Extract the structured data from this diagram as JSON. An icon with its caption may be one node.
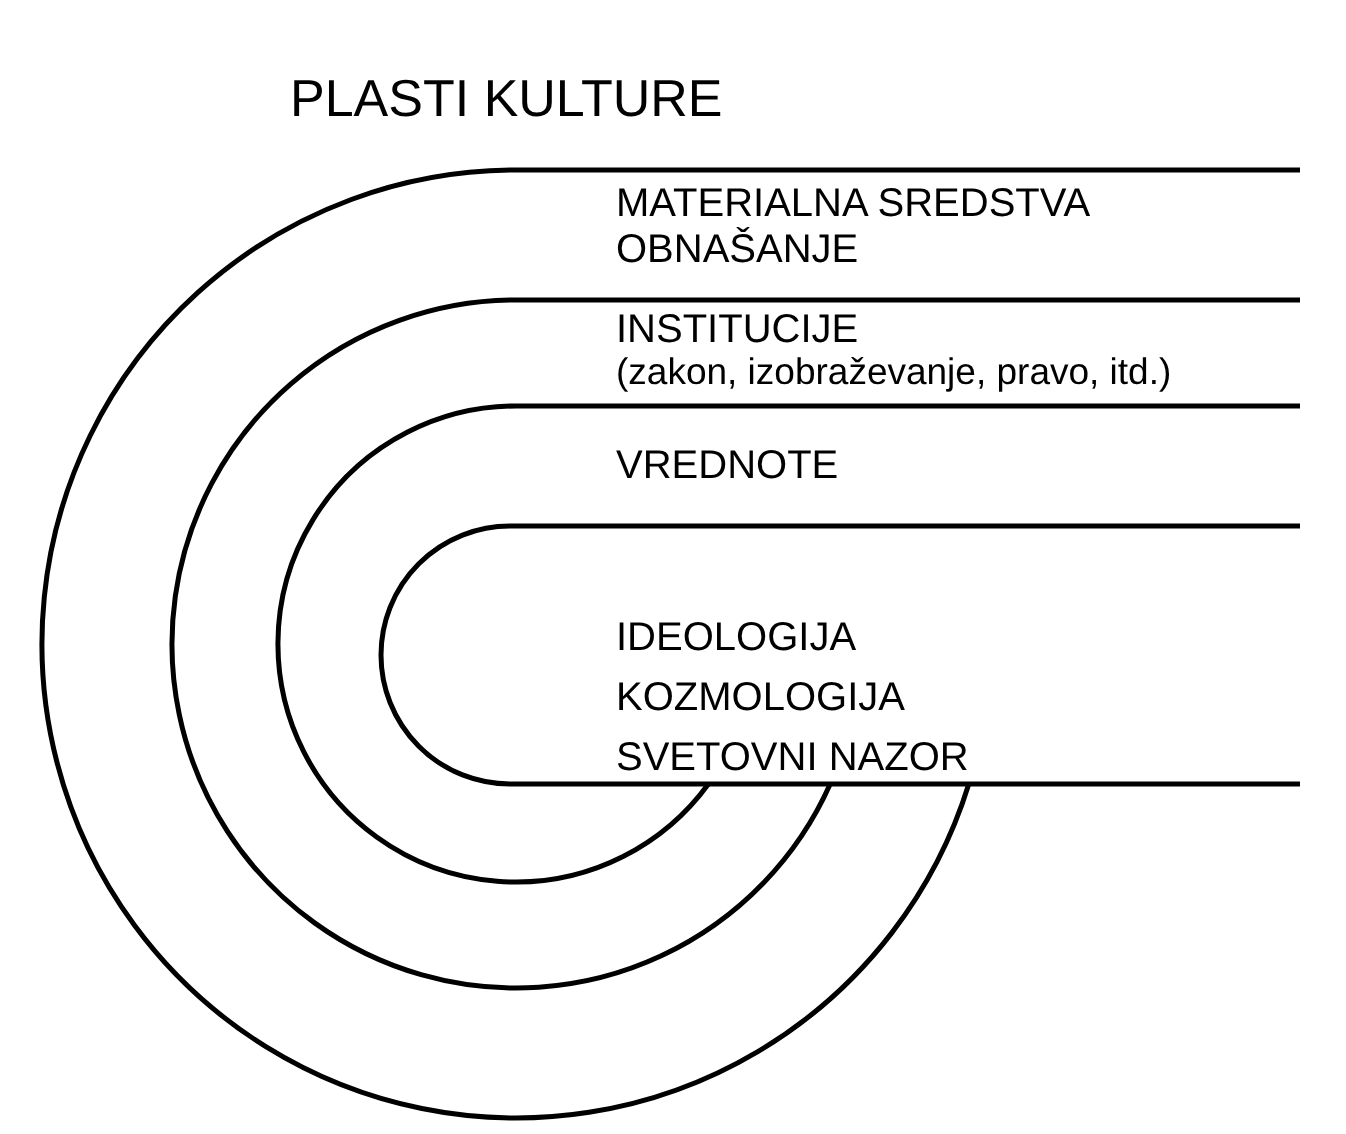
{
  "diagram": {
    "title": "PLASTI KULTURE",
    "nodes": [
      {
        "text": [
          "MATERIALNA SREDSTVA",
          "OBNAŠANJE"
        ]
      },
      {
        "text": [
          "INSTITUCIJE",
          "(zakon, izobraževanje, pravo, itd.)"
        ]
      },
      {
        "text": [
          "VREDNOTE"
        ]
      },
      {
        "text": [
          "IDEOLOGIJA",
          "KOZMOLOGIJA",
          "SVETOVNI NAZOR"
        ]
      }
    ]
  }
}
